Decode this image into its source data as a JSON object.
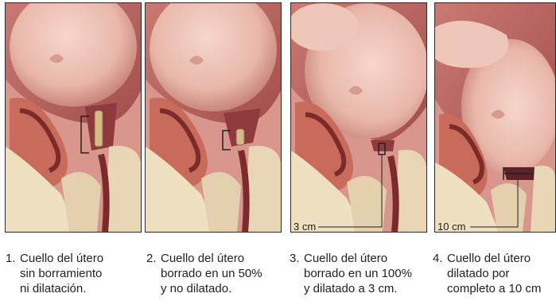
{
  "panels": [
    {
      "number": "1.",
      "caption_lines": [
        "Cuello del útero",
        "sin borramiento",
        "ni dilatación."
      ],
      "measure_label": ""
    },
    {
      "number": "2.",
      "caption_lines": [
        "Cuello del útero",
        "borrado en un 50%",
        "y no dilatado."
      ],
      "measure_label": ""
    },
    {
      "number": "3.",
      "caption_lines": [
        "Cuello del útero",
        "borrado en un 100%",
        "y dilatado a 3 cm."
      ],
      "measure_label": "3 cm"
    },
    {
      "number": "4.",
      "caption_lines": [
        "Cuello del útero",
        "dilatado por",
        "completo a 10 cm"
      ],
      "measure_label": "10 cm"
    }
  ]
}
